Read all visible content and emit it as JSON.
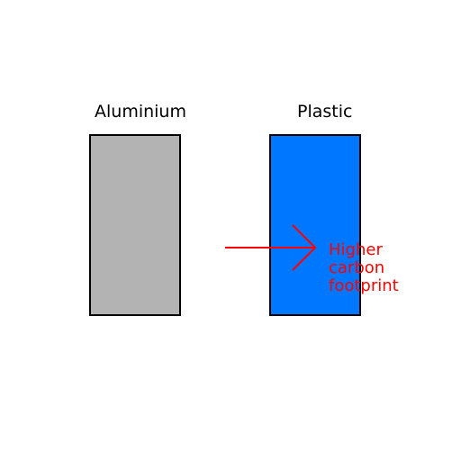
{
  "materials": [
    {
      "name": "Aluminium",
      "color": "#b3b3b3"
    },
    {
      "name": "Plastic",
      "color": "#0077ff"
    }
  ],
  "annotation": {
    "lines": [
      "Higher",
      "carbon",
      "footprint"
    ],
    "color": "#ff0000",
    "points_to": "Plastic"
  }
}
